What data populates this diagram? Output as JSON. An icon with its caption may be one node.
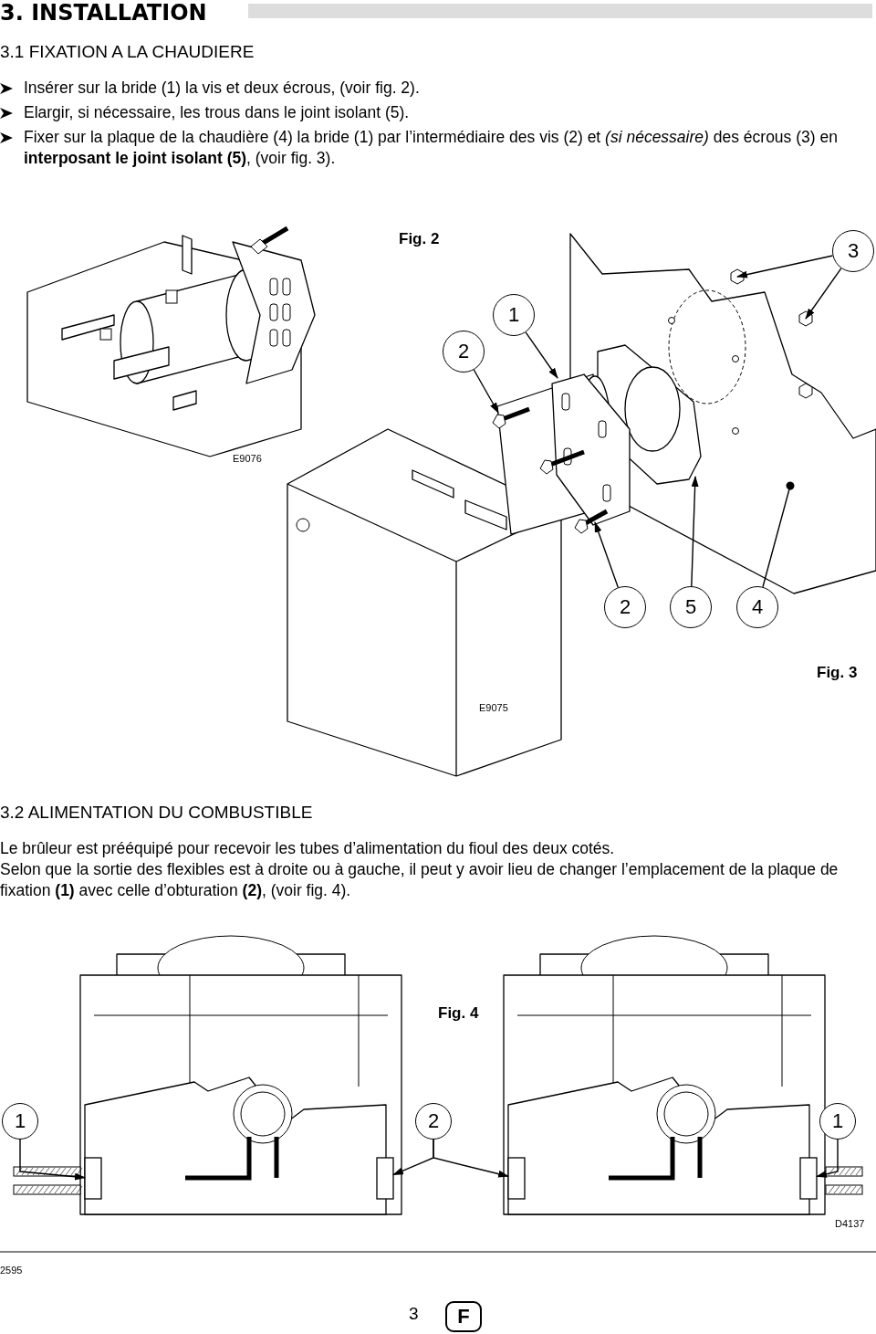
{
  "diagram": {
    "title": "3. INSTALLATION",
    "nodes": [
      {
        "text": [
          "3"
        ]
      },
      {
        "text": [
          "1"
        ]
      },
      {
        "text": [
          "2"
        ]
      },
      {
        "text": [
          "2"
        ]
      },
      {
        "text": [
          "5"
        ]
      },
      {
        "text": [
          "4"
        ]
      },
      {
        "text": [
          "1"
        ]
      },
      {
        "text": [
          "2"
        ]
      },
      {
        "text": [
          "1"
        ]
      },
      {
        "text": [
          "F"
        ]
      },
      {
        "text": [],
        "shape": "box"
      },
      {
        "text": [],
        "shape": "box"
      },
      {
        "text": [],
        "shape": "box"
      },
      {
        "text": [],
        "shape": "box"
      }
    ],
    "edges": [
      {
        "from": 0,
        "to": null,
        "arrow": "to"
      },
      {
        "from": 0,
        "to": null,
        "arrow": "to"
      },
      {
        "from": 1,
        "to": null,
        "arrow": "to"
      },
      {
        "from": 2,
        "to": null,
        "arrow": "to"
      },
      {
        "from": 3,
        "to": null,
        "arrow": "to"
      },
      {
        "from": 4,
        "to": null,
        "arrow": "to"
      },
      {
        "from": 5,
        "to": null,
        "arrow": "other"
      },
      {
        "from": 6,
        "to": 10,
        "arrow": "to"
      },
      {
        "from": 7,
        "to": 11,
        "arrow": "to"
      },
      {
        "from": 7,
        "to": 12,
        "arrow": "to"
      },
      {
        "from": 8,
        "to": 13,
        "arrow": "to"
      }
    ],
    "labels": [
      "3.1 FIXATION A LA CHAUDIERE",
      "Insérer sur la bride (1) la vis et deux écrous, (voir fig. 2).",
      "Elargir, si nécessaire, les trous dans le joint isolant (5).",
      "Fixer sur la plaque de la chaudière (4) la bride (1) par l’intermédiaire des vis (2) et *(si nécessaire)* des écrous (3) en **interposant le joint isolant (5)**, (voir fig. 3).",
      "Fig. 2",
      "E9076",
      "Fig. 3",
      "E9075",
      "3.2 ALIMENTATION DU COMBUSTIBLE",
      "Le brûleur est prééquipé pour recevoir les tubes d’alimentation du fioul des deux cotés.",
      "Selon que la sortie des flexibles est à droite ou à gauche, il peut y avoir lieu de changer l’emplacement de la plaque de fixation **(1)** avec celle d’obturation **(2)**, (voir fig. 4).",
      "Fig. 4",
      "D4137",
      "2595",
      "3"
    ]
  }
}
